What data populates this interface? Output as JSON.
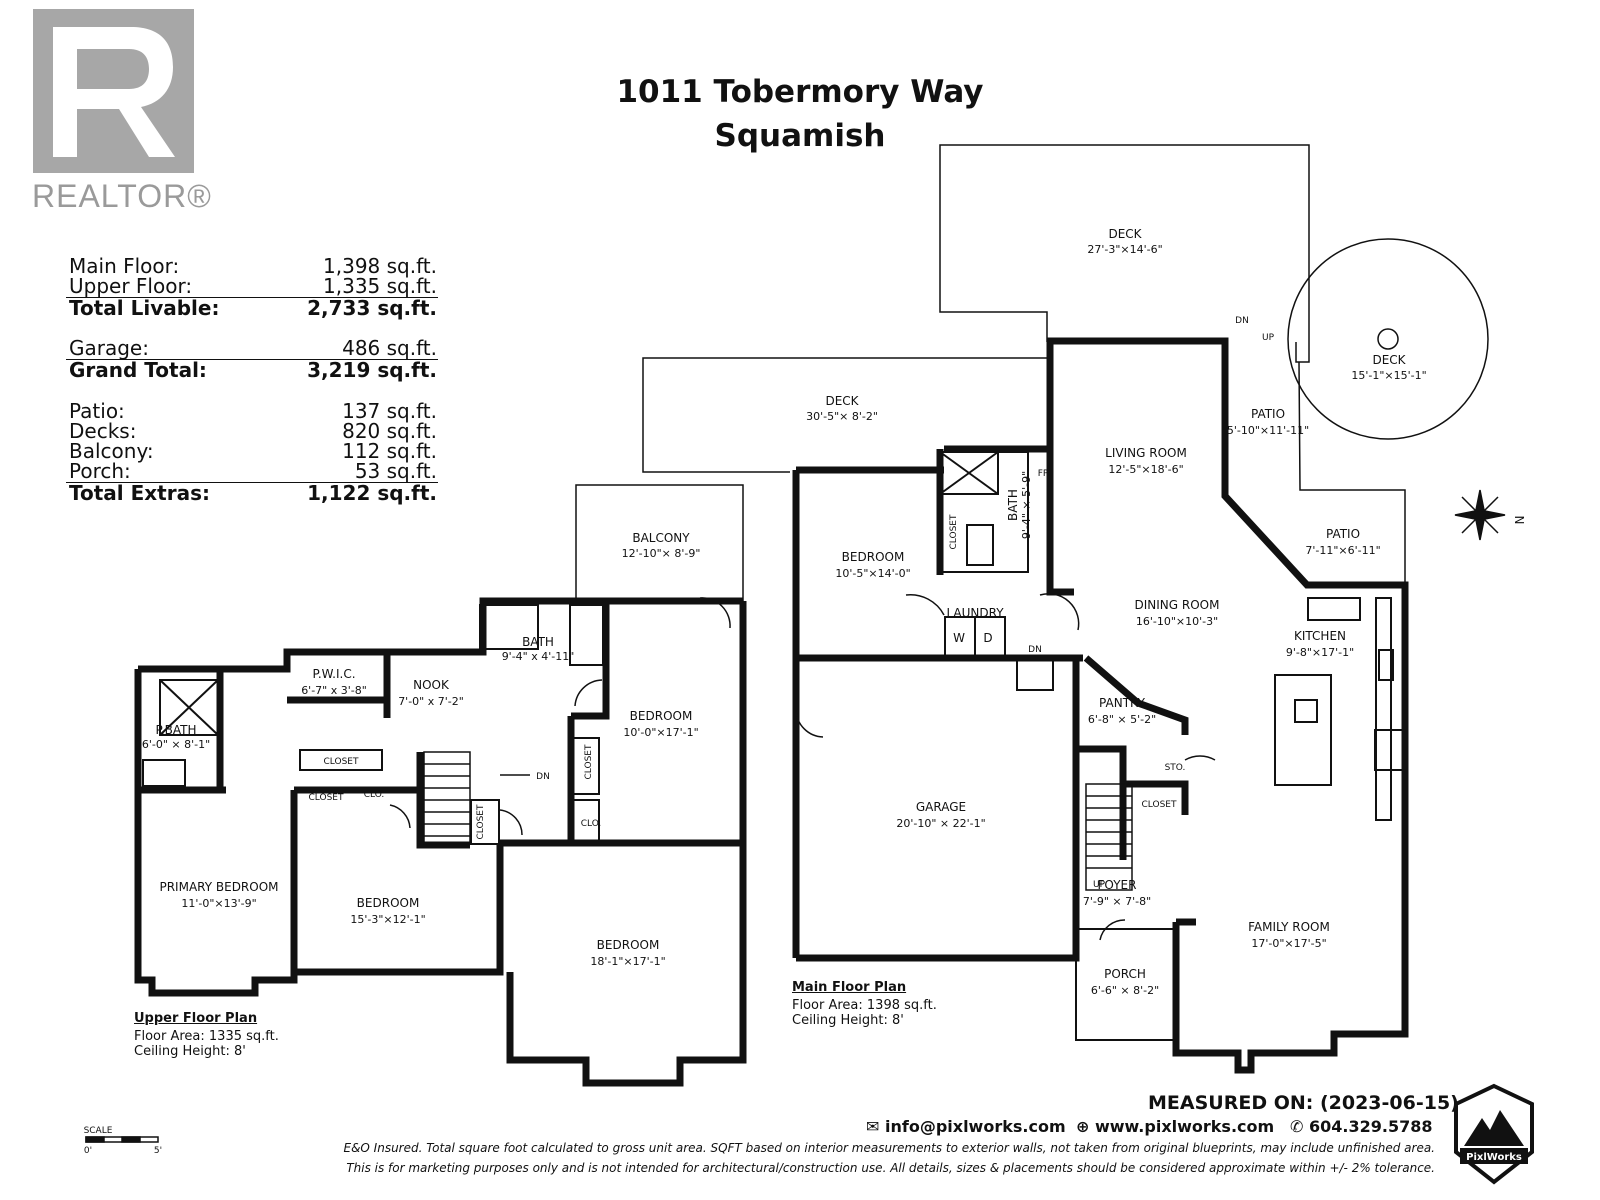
{
  "header": {
    "title_line1": "1011 Tobermory Way",
    "title_line2": "Squamish",
    "logo_text": "REALTOR®"
  },
  "areas": {
    "main_floor": {
      "label": "Main Floor:",
      "value": "1,398 sq.ft."
    },
    "upper_floor": {
      "label": "Upper Floor:",
      "value": "1,335 sq.ft."
    },
    "total_livable": {
      "label": "Total Livable:",
      "value": "2,733 sq.ft."
    },
    "garage": {
      "label": "Garage:",
      "value": "486 sq.ft."
    },
    "grand_total": {
      "label": "Grand Total:",
      "value": "3,219 sq.ft."
    },
    "patio": {
      "label": "Patio:",
      "value": "137 sq.ft."
    },
    "decks": {
      "label": "Decks:",
      "value": "820 sq.ft."
    },
    "balcony": {
      "label": "Balcony:",
      "value": "112 sq.ft."
    },
    "porch": {
      "label": "Porch:",
      "value": "53 sq.ft."
    },
    "total_extras": {
      "label": "Total Extras:",
      "value": "1,122 sq.ft."
    }
  },
  "rooms": {
    "balcony": {
      "name": "BALCONY",
      "dims": "12'-10\"× 8'-9\""
    },
    "bath_upper": {
      "name": "BATH",
      "dims": "9'-4\" x 4'-11\""
    },
    "pwic": {
      "name": "P.W.I.C.",
      "dims": "6'-7\" x 3'-8\""
    },
    "nook": {
      "name": "NOOK",
      "dims": "7'-0\" x 7'-2\""
    },
    "pbath": {
      "name": "P.BATH",
      "dims": "6'-0\" × 8'-1\""
    },
    "bedroom_u1": {
      "name": "BEDROOM",
      "dims": "10'-0\"×17'-1\""
    },
    "primary_bedroom": {
      "name": "PRIMARY BEDROOM",
      "dims": "11'-0\"×13'-9\""
    },
    "bedroom_u2": {
      "name": "BEDROOM",
      "dims": "15'-3\"×12'-1\""
    },
    "bedroom_u3": {
      "name": "BEDROOM",
      "dims": "18'-1\"×17'-1\""
    },
    "deck_main": {
      "name": "DECK",
      "dims": "27'-3\"×14'-6\""
    },
    "deck_left": {
      "name": "DECK",
      "dims": "30'-5\"× 8'-2\""
    },
    "deck_round": {
      "name": "DECK",
      "dims": "15'-1\"×15'-1\""
    },
    "living_room": {
      "name": "LIVING ROOM",
      "dims": "12'-5\"×18'-6\""
    },
    "patio1": {
      "name": "PATIO",
      "dims": "5'-10\"×11'-11\""
    },
    "patio2": {
      "name": "PATIO",
      "dims": "7'-11\"×6'-11\""
    },
    "bath_main": {
      "name": "BATH",
      "dims": "9'-4\" × 5'-9\""
    },
    "bedroom_m": {
      "name": "BEDROOM",
      "dims": "10'-5\"×14'-0\""
    },
    "dining_room": {
      "name": "DINING ROOM",
      "dims": "16'-10\"×10'-3\""
    },
    "laundry": {
      "name": "LAUNDRY",
      "dims": ""
    },
    "kitchen": {
      "name": "KITCHEN",
      "dims": "9'-8\"×17'-1\""
    },
    "pantry": {
      "name": "PANTRY",
      "dims": "6'-8\" × 5'-2\""
    },
    "garage": {
      "name": "GARAGE",
      "dims": "20'-10\" × 22'-1\""
    },
    "foyer": {
      "name": "FOYER",
      "dims": "7'-9\" × 7'-8\""
    },
    "family_room": {
      "name": "FAMILY ROOM",
      "dims": "17'-0\"×17'-5\""
    },
    "porch": {
      "name": "PORCH",
      "dims": "6'-6\" × 8'-2\""
    }
  },
  "small_labels": {
    "closet": "CLOSET",
    "clo": "CLO.",
    "sto": "STO.",
    "dn": "DN",
    "up": "UP",
    "fp": "FP",
    "washer": "W",
    "dryer": "D",
    "north": "N"
  },
  "upper_plan": {
    "title": "Upper Floor Plan",
    "area": "Floor Area: 1335 sq.ft.",
    "ceiling": "Ceiling Height: 8'"
  },
  "main_plan": {
    "title": "Main Floor Plan",
    "area": "Floor Area: 1398 sq.ft.",
    "ceiling": "Ceiling Height: 8'"
  },
  "scale": {
    "label": "SCALE",
    "start": "0'",
    "end": "5'"
  },
  "footer": {
    "measured": "MEASURED ON: (2023-06-15)",
    "email": "info@pixlworks.com",
    "website": "www.pixlworks.com",
    "phone": "604.329.5788",
    "disclaimer1": "E&O Insured.  Total square foot calculated to gross unit area. SQFT based on interior measurements to exterior walls, not taken from original blueprints, may include unfinished area.",
    "disclaimer2": "This is for marketing purposes only and is not intended for architectural/construction use.  All details, sizes & placements should be considered approximate within +/- 2%  tolerance.",
    "brand": "PixlWorks"
  }
}
